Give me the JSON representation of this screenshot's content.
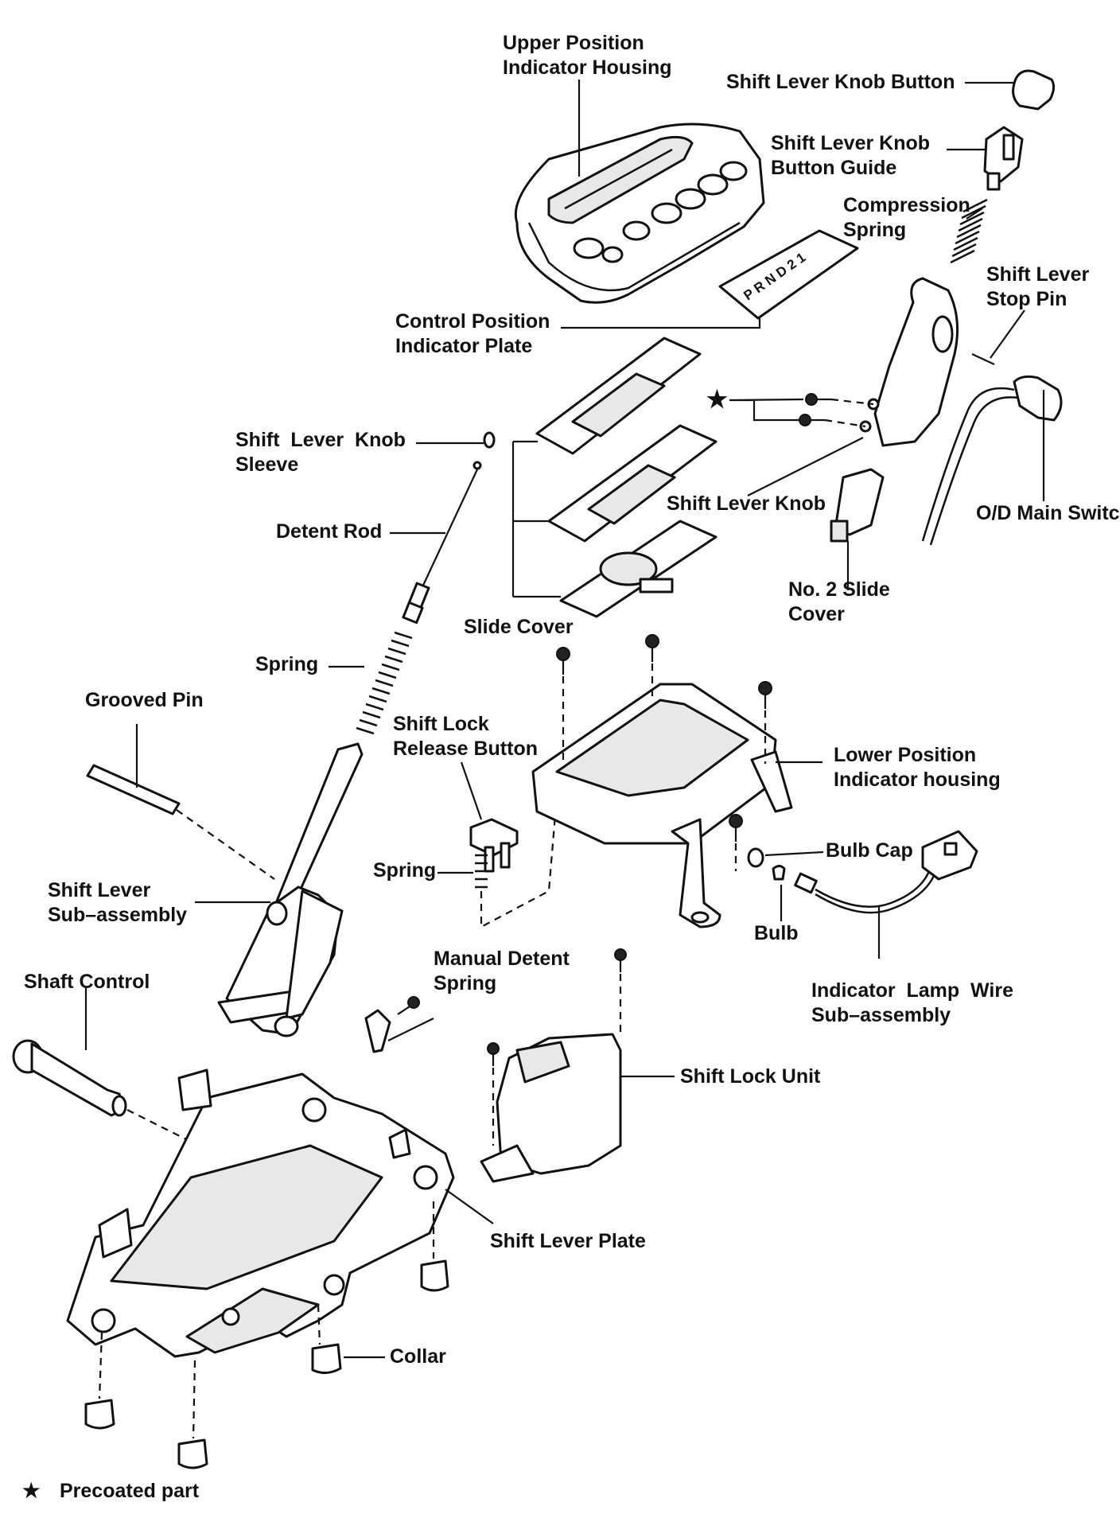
{
  "labels": {
    "upper_housing": "Upper Position\nIndicator Housing",
    "knob_button": "Shift Lever Knob Button",
    "knob_button_guide": "Shift Lever Knob\nButton Guide",
    "compression_spring": "Compression\nSpring",
    "stop_pin": "Shift Lever\nStop Pin",
    "indicator_plate": "Control Position\nIndicator Plate",
    "knob_sleeve": "Shift  Lever  Knob\nSleeve",
    "detent_rod": "Detent Rod",
    "shift_lever_knob": "Shift Lever Knob",
    "od_main_switch": "O/D Main Switch",
    "no2_slide_cover": "No. 2 Slide\nCover",
    "slide_cover": "Slide Cover",
    "spring_upper": "Spring",
    "grooved_pin": "Grooved Pin",
    "shift_lock_release": "Shift Lock\nRelease Button",
    "lower_housing": "Lower Position\nIndicator housing",
    "spring_lower": "Spring",
    "bulb_cap": "Bulb Cap",
    "bulb": "Bulb",
    "shift_lever_sub": "Shift Lever\nSub–assembly",
    "manual_detent_spring": "Manual Detent\nSpring",
    "indicator_lamp_wire": "Indicator  Lamp  Wire\nSub–assembly",
    "shaft_control": "Shaft Control",
    "shift_lock_unit": "Shift Lock Unit",
    "shift_lever_plate": "Shift Lever Plate",
    "collar": "Collar"
  },
  "legend": {
    "star_symbol": "★",
    "star_text": "Precoated part"
  },
  "indicator_letters": "PRND21"
}
